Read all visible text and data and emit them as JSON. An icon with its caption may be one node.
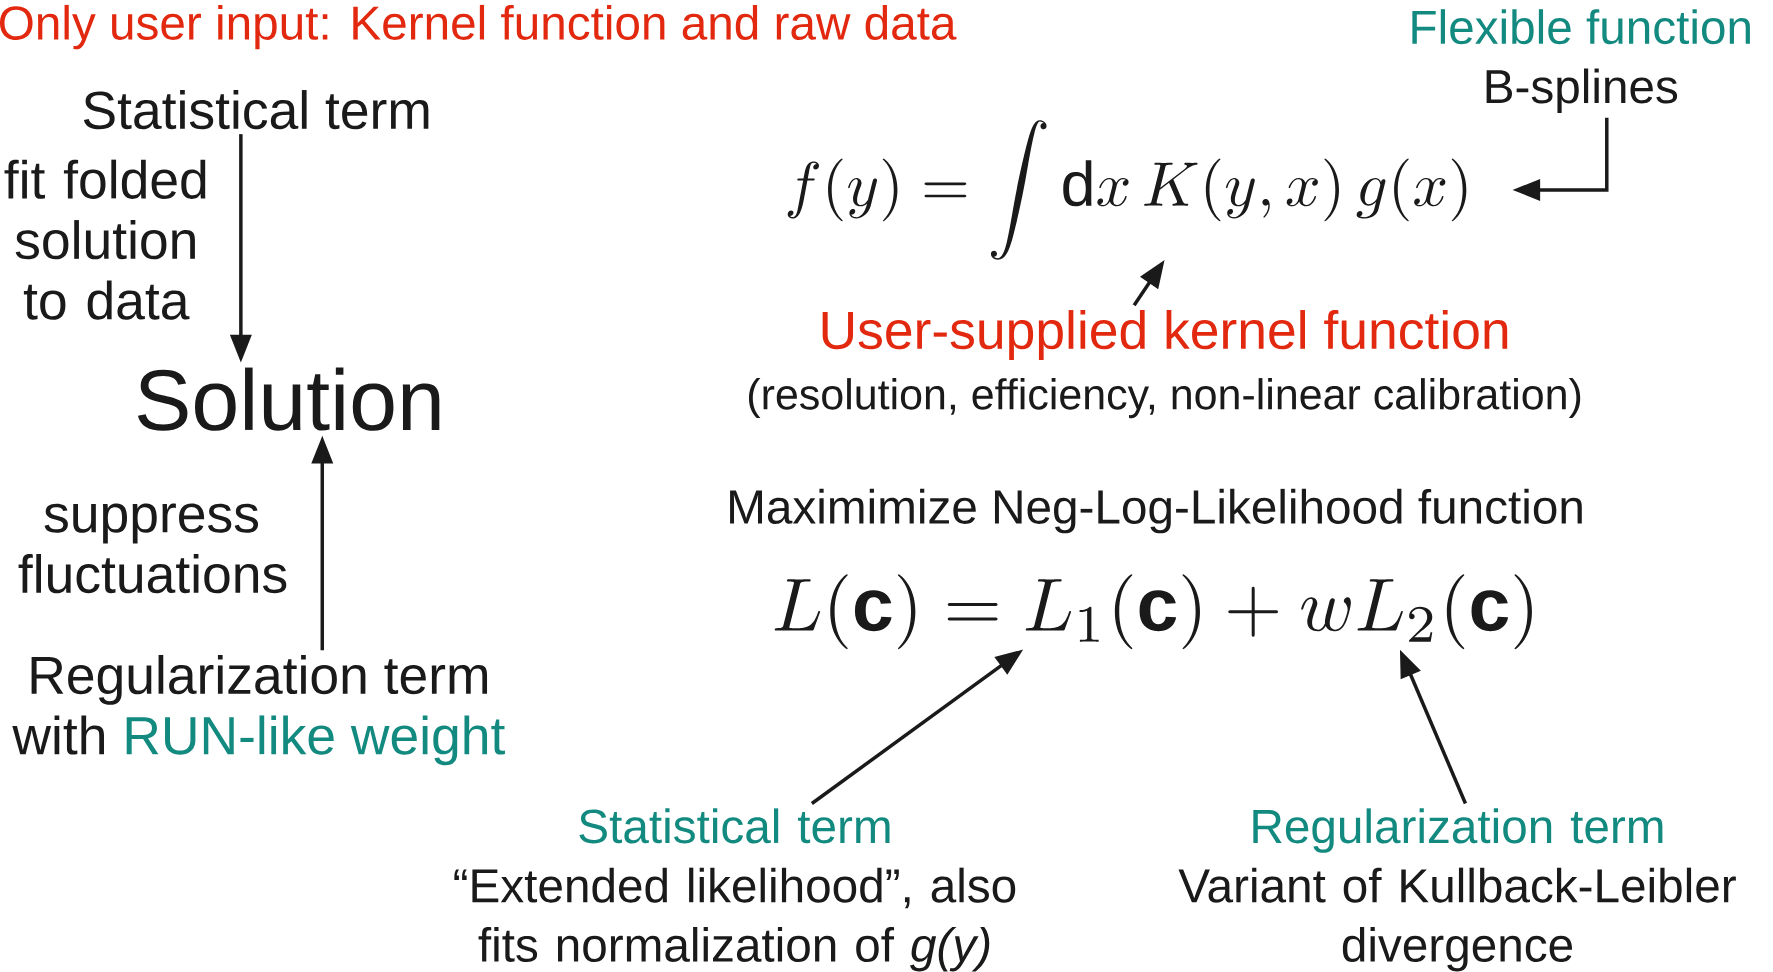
{
  "diagram": {
    "nodes": [
      {
        "text": [
          "Statistical term"
        ]
      },
      {
        "text": [
          "Solution"
        ]
      },
      {
        "text": [
          "Regularization term",
          "with",
          "RUN-like weight"
        ]
      },
      {
        "text": [
          "f(y) = \\int \\mathrm{d}x\\, K(y,x)\\, g(x)"
        ]
      },
      {
        "text": [
          "Flexible function",
          "B-splines"
        ]
      },
      {
        "text": [
          "User-supplied kernel function",
          "(resolution, efficiency, non-linear calibration)"
        ]
      },
      {
        "text": [
          "L(\\mathbf{c}) = L_1(\\mathbf{c}) + w L_2(\\mathbf{c})"
        ]
      },
      {
        "text": [
          "Statistical term",
          "“Extended likelihood”, also fits normalization of *g(y)*"
        ]
      },
      {
        "text": [
          "Regularization term",
          "Variant of Kullback-Leibler divergence"
        ]
      }
    ],
    "edges": [
      {
        "from": 0,
        "to": 1,
        "arrow": "to",
        "label": "fit folded solution to data"
      },
      {
        "from": 2,
        "to": 1,
        "arrow": "to",
        "label": "suppress fluctuations"
      },
      {
        "from": 4,
        "to": 3,
        "arrow": "to"
      },
      {
        "from": 5,
        "to": 3,
        "arrow": "to"
      },
      {
        "from": 7,
        "to": 6,
        "arrow": "to"
      },
      {
        "from": 8,
        "to": 6,
        "arrow": "to"
      }
    ],
    "labels": [
      "Only user input: Kernel function and raw data",
      "Maximimize Neg-Log-Likelihood function"
    ]
  }
}
